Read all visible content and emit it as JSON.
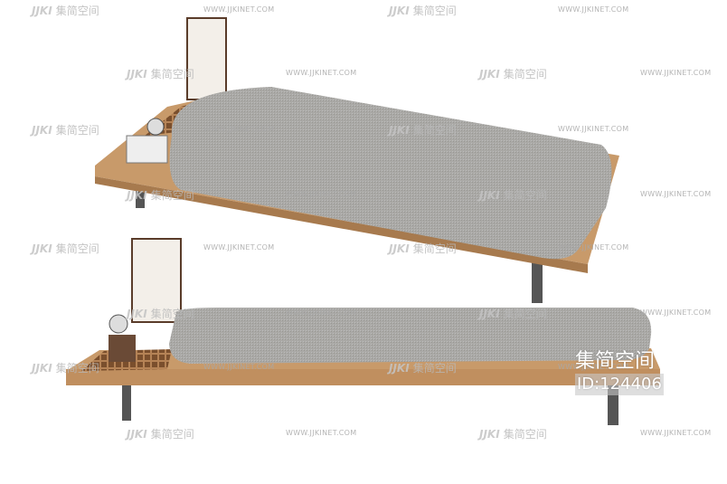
{
  "watermark": {
    "logo_mark": "JJKI",
    "logo_text": "集简空间",
    "url": "WWW.JJKINET.COM"
  },
  "badge": {
    "title": "集简空间",
    "id": "ID:124406"
  },
  "colors": {
    "wood": "#c89a6a",
    "cushion": "#a9a9a7",
    "leg": "#555"
  }
}
